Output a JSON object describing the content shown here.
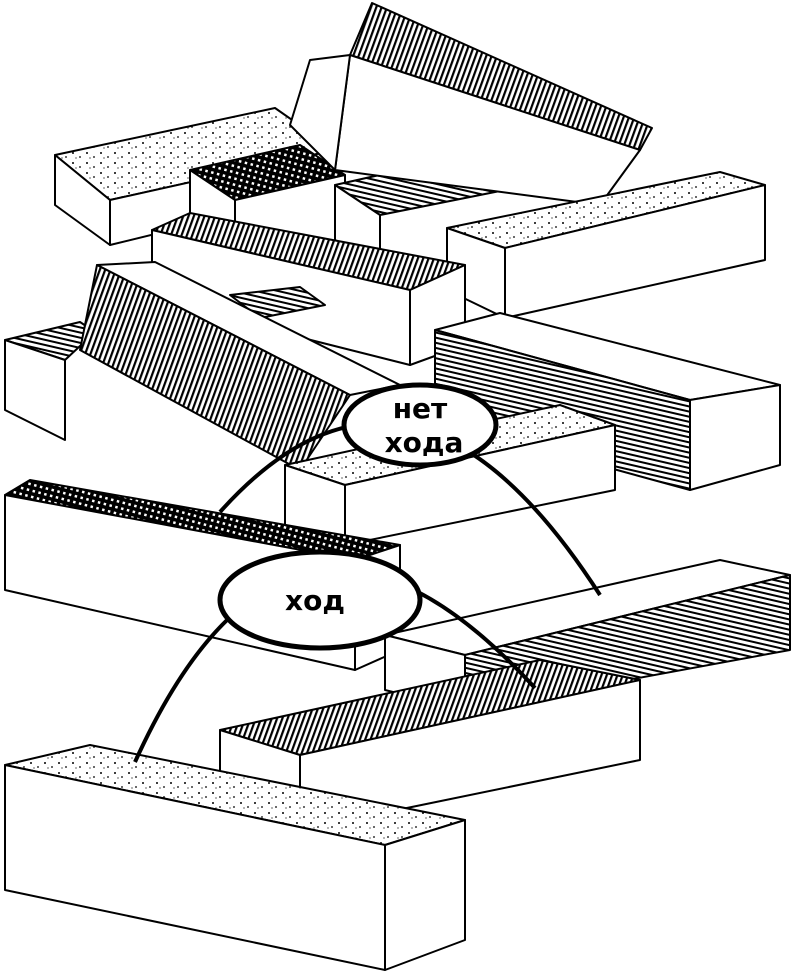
{
  "diagram": {
    "labels": {
      "no_move_line1": "нет",
      "no_move_line2": "хода",
      "move": "ход"
    },
    "colors": {
      "ink": "#000000",
      "paper": "#ffffff"
    }
  }
}
